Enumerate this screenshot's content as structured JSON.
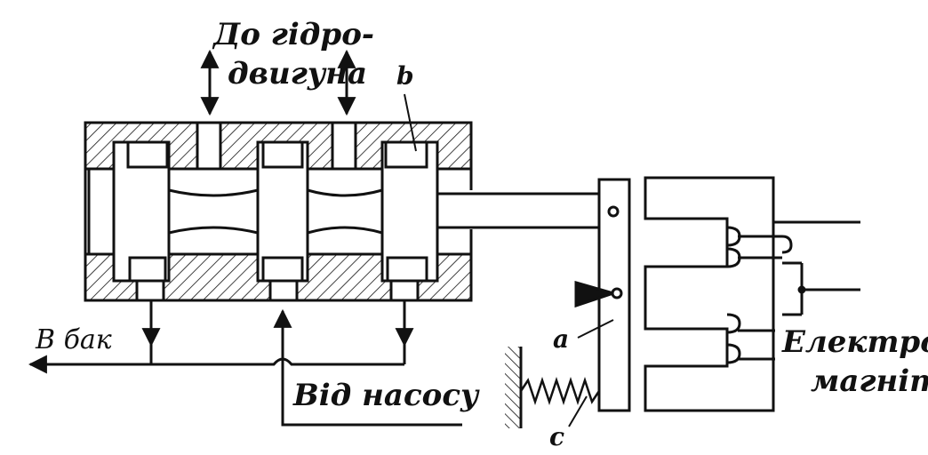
{
  "labels": {
    "to_motor_line1": "До гідро-",
    "to_motor_line2": "двигуна",
    "to_tank": "В бак",
    "from_pump": "Від насосу",
    "electromagnet_line1": "Електро-",
    "electromagnet_line2": "магніт",
    "spool_b": "b",
    "lever_a": "a",
    "spring_c": "c"
  },
  "colors": {
    "ink": "#111111",
    "background": "#ffffff"
  }
}
